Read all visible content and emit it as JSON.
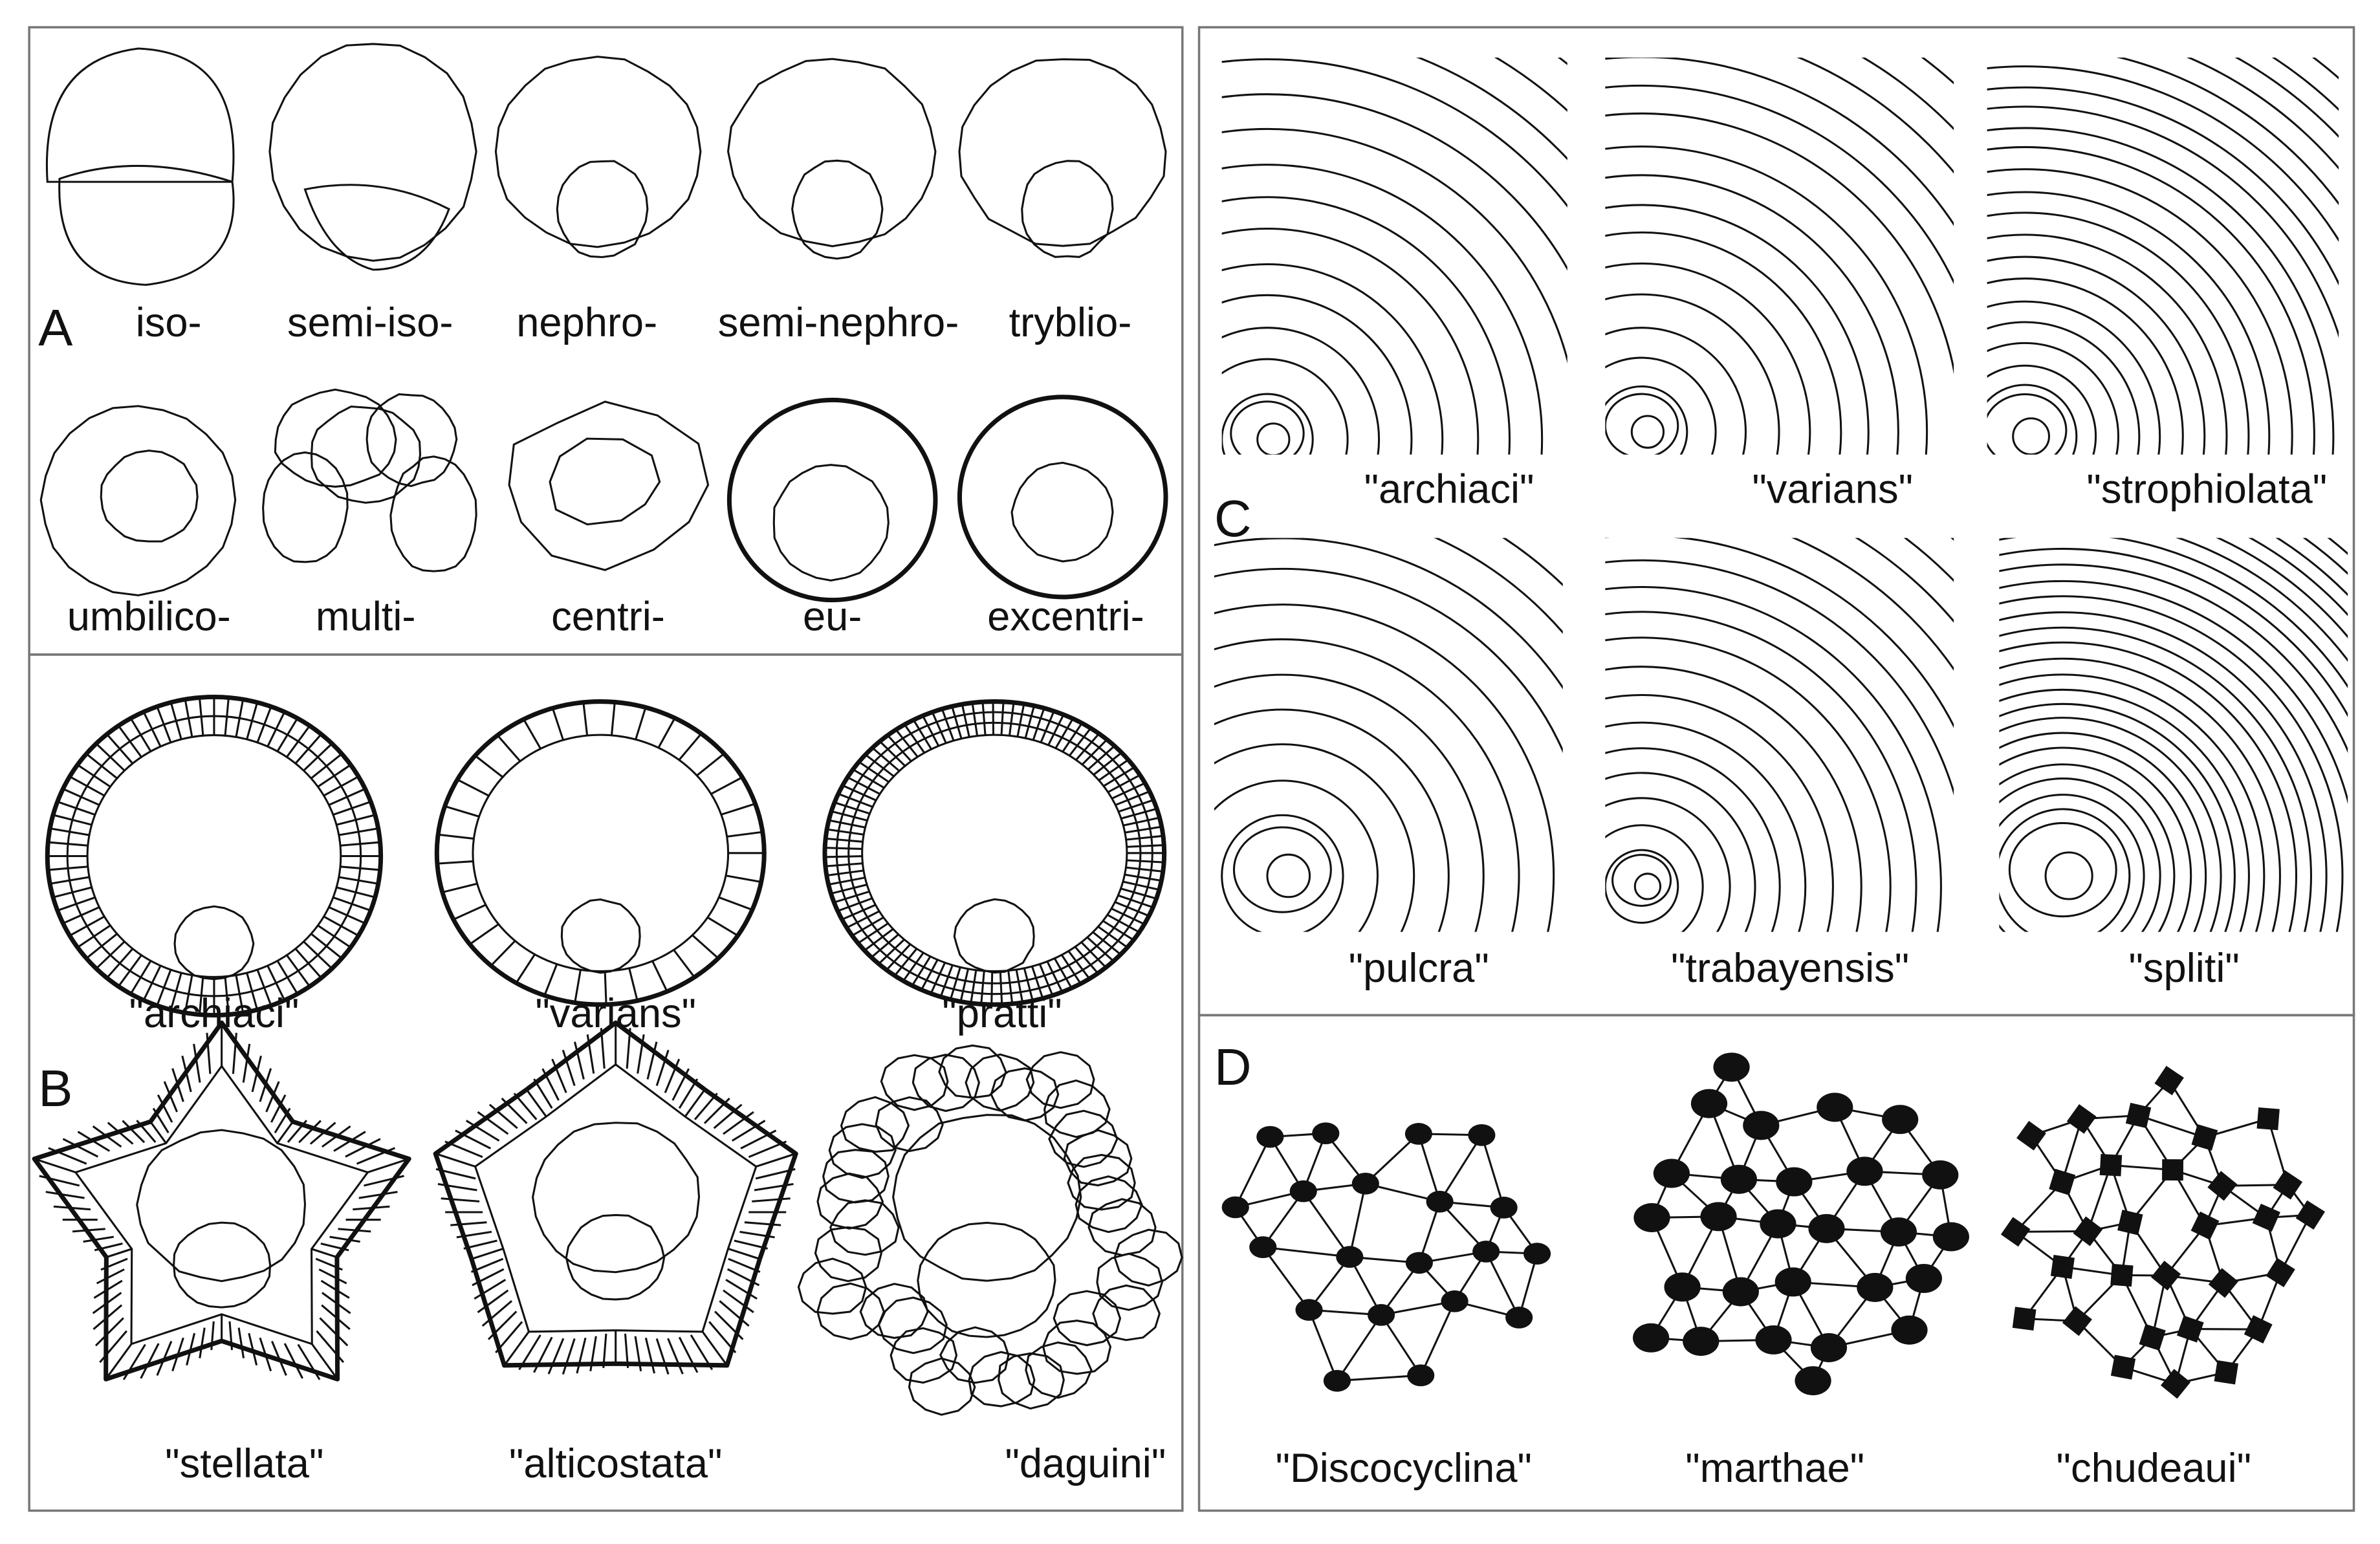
{
  "panels": {
    "A": {
      "letter": "A",
      "row1": [
        "iso-",
        "semi-iso-",
        "nephro-",
        "semi-nephro-",
        "tryblio-"
      ],
      "row2": [
        "umbilico-",
        "multi-",
        "centri-",
        "eu-",
        "excentri-"
      ]
    },
    "B": {
      "letter": "B",
      "row1": [
        "\"archiaci\"",
        "\"varians\"",
        "\"pratti\""
      ],
      "row2": [
        "\"stellata\"",
        "\"alticostata\"",
        "\"daguini\""
      ]
    },
    "C": {
      "letter": "C",
      "row1": [
        "\"archiaci\"",
        "\"varians\"",
        "\"strophiolata\""
      ],
      "row2": [
        "\"pulcra\"",
        "\"trabayensis\"",
        "\"spliti\""
      ]
    },
    "D": {
      "letter": "D",
      "row1": [
        "\"Discocyclina\"",
        "\"marthae\"",
        "\"chudeaui\""
      ]
    }
  },
  "colors": {
    "line": "#111111",
    "border": "#777777",
    "background": "#ffffff"
  }
}
